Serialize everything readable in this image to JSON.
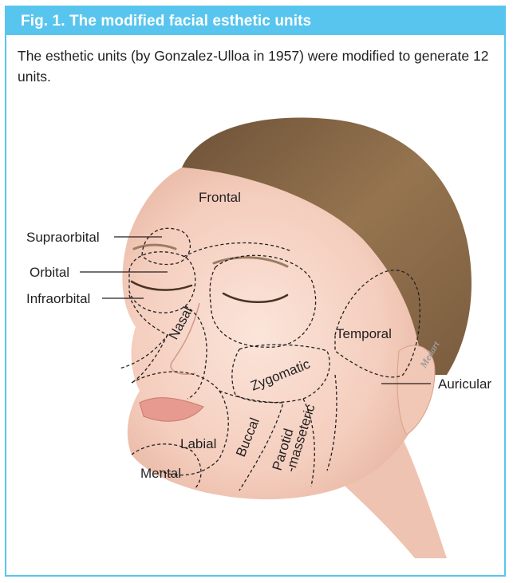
{
  "figure": {
    "title": "Fig. 1. The modified facial esthetic units",
    "caption": "The esthetic units (by Gonzalez-Ulloa in 1957) were modified to generate 12 units."
  },
  "units": {
    "frontal": "Frontal",
    "supraorbital": "Supraorbital",
    "orbital": "Orbital",
    "infraorbital": "Infraorbital",
    "nasal": "Nasal",
    "temporal": "Temporal",
    "zygomatic": "Zygomatic",
    "auricular": "Auricular",
    "labial": "Labial",
    "buccal": "Buccal",
    "parotid_line1": "Parotid",
    "parotid_line2": "-masseteric",
    "mental": "Mental"
  },
  "signature": "Medart",
  "colors": {
    "accent": "#58c5ee",
    "skin": "#f6d6c8",
    "hair": "#8a6b4a"
  }
}
